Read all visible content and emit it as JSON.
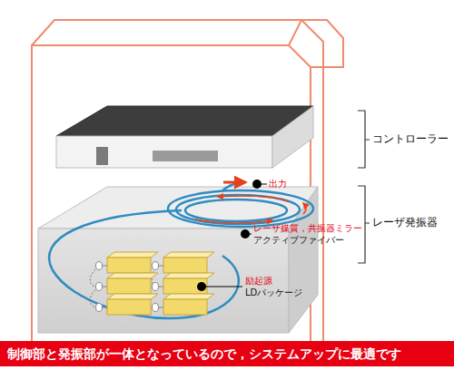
{
  "diagram": {
    "nodes": [
      {
        "text": [
          "制御部と発振部が一体となっているので，システムアップに最適です"
        ]
      }
    ],
    "labels": [
      "コントローラー",
      "出力",
      "レーザ発振器",
      "レーザ媒質，共振器ミラー",
      "アクティブファイバー",
      "励起源",
      "LDパッケージ"
    ]
  }
}
